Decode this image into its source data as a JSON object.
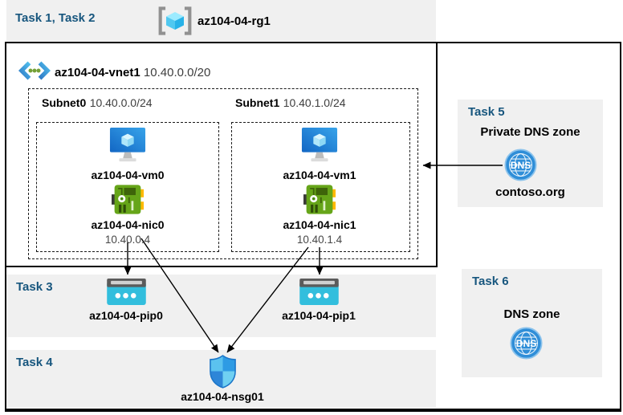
{
  "header": {
    "tasks_label": "Task 1, Task 2",
    "resource_group": "az104-04-rg1"
  },
  "vnet": {
    "name": "az104-04-vnet1",
    "cidr": "10.40.0.0/20"
  },
  "subnets": [
    {
      "name": "Subnet0",
      "cidr": "10.40.0.0/24",
      "vm": "az104-04-vm0",
      "nic": "az104-04-nic0",
      "ip": "10.40.0.4"
    },
    {
      "name": "Subnet1",
      "cidr": "10.40.1.0/24",
      "vm": "az104-04-vm1",
      "nic": "az104-04-nic1",
      "ip": "10.40.1.4"
    }
  ],
  "task3": {
    "label": "Task 3",
    "pip0": "az104-04-pip0",
    "pip1": "az104-04-pip1"
  },
  "task4": {
    "label": "Task 4",
    "nsg": "az104-04-nsg01"
  },
  "task5": {
    "label": "Task 5",
    "title": "Private DNS zone",
    "zone": "contoso.org",
    "icon_text": "DNS"
  },
  "task6": {
    "label": "Task 6",
    "title": "DNS zone",
    "icon_text": "DNS"
  },
  "icons": {
    "resource_group": "resource-group-icon",
    "vnet": "virtual-network-icon",
    "vm": "virtual-machine-icon",
    "nic": "network-interface-icon",
    "pip": "public-ip-icon",
    "nsg": "network-security-group-shield-icon",
    "dns": "dns-globe-icon"
  },
  "colors": {
    "task_label": "#17567e",
    "band_bg": "#f0f0f0",
    "border": "#000000",
    "vm_blue": "#1e88d4",
    "nic_green": "#66a519",
    "nic_yellow": "#ffb900",
    "pip_cyan": "#32bedd",
    "dns_blue": "#2f8ed8",
    "shield_tl": "#5bc2ef",
    "shield_tr": "#2e9be4",
    "shield_bl": "#2e86d8",
    "shield_br": "#6fd0f2",
    "rg_cyan": "#50c8f0",
    "bracket_gray": "#919191"
  }
}
